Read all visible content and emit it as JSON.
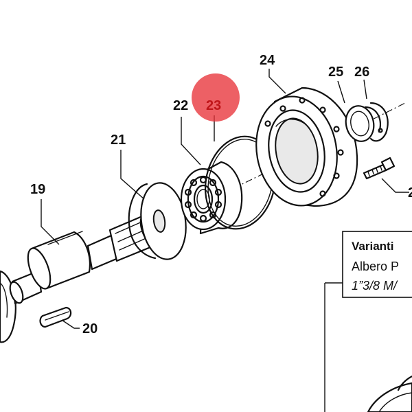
{
  "diagram": {
    "highlight_color": "#e8333a",
    "callouts": [
      {
        "id": "19",
        "label": "19"
      },
      {
        "id": "20",
        "label": "20"
      },
      {
        "id": "21",
        "label": "21"
      },
      {
        "id": "22",
        "label": "22"
      },
      {
        "id": "23",
        "label": "23",
        "highlighted": true
      },
      {
        "id": "24",
        "label": "24"
      },
      {
        "id": "25",
        "label": "25"
      },
      {
        "id": "26",
        "label": "26"
      },
      {
        "id": "27",
        "label": "2"
      }
    ],
    "variants_box": {
      "title": "Varianti",
      "line1": "Albero P",
      "line2": "1”3/8 M/"
    }
  }
}
